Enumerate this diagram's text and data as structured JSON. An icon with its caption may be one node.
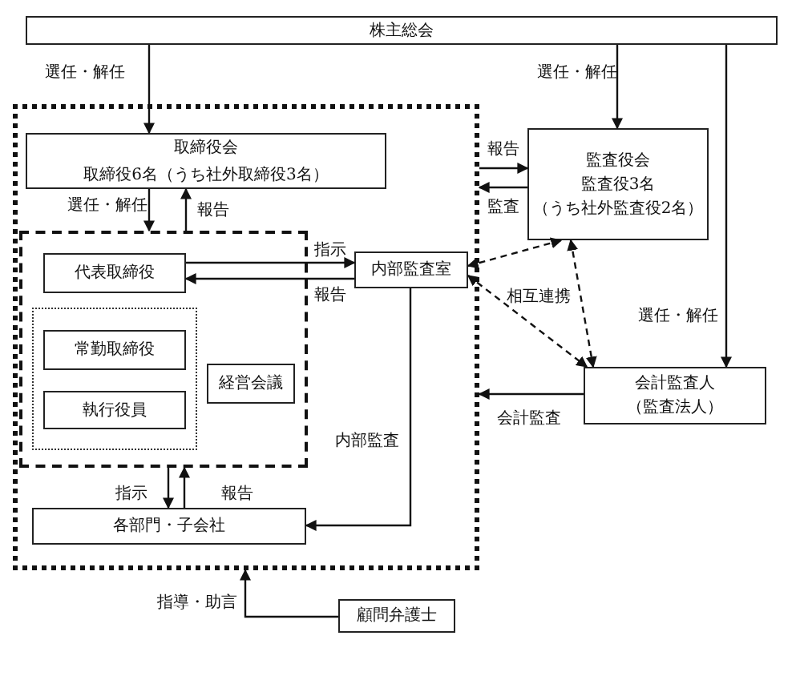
{
  "diagram": {
    "nodes": [
      {
        "text": [
          "株主総会"
        ]
      },
      {
        "text": [],
        "shape": "box"
      },
      {
        "text": [
          "取締役会",
          "取締役6名（うち社外取締役3名）"
        ],
        "in": 1
      },
      {
        "text": [],
        "shape": "box",
        "in": 1
      },
      {
        "text": [
          "代表取締役"
        ],
        "in": 3
      },
      {
        "text": [],
        "shape": "box",
        "in": 3
      },
      {
        "text": [
          "常勤取締役"
        ],
        "in": 5
      },
      {
        "text": [
          "執行役員"
        ],
        "in": 5
      },
      {
        "text": [
          "経営会議"
        ],
        "in": 3
      },
      {
        "text": [
          "内部監査室"
        ],
        "in": 1
      },
      {
        "text": [
          "各部門・子会社"
        ],
        "in": 1
      },
      {
        "text": [
          "監査役会",
          "監査役3名",
          "（うち社外監査役2名）"
        ]
      },
      {
        "text": [
          "会計監査人",
          "（監査法人）"
        ]
      },
      {
        "text": [
          "顧問弁護士"
        ]
      }
    ],
    "edges": [
      {
        "from": 0,
        "to": 2,
        "arrow": "to",
        "label": "選任・解任"
      },
      {
        "from": 0,
        "to": 11,
        "arrow": "to",
        "label": "選任・解任"
      },
      {
        "from": 0,
        "to": 12,
        "arrow": "to",
        "label": "選任・解任"
      },
      {
        "from": 2,
        "to": 3,
        "arrow": "to",
        "label": "選任・解任"
      },
      {
        "from": 3,
        "to": 2,
        "arrow": "to",
        "label": "報告"
      },
      {
        "from": 4,
        "to": 9,
        "arrow": "to",
        "label": "指示"
      },
      {
        "from": 9,
        "to": 4,
        "arrow": "to",
        "label": "報告"
      },
      {
        "from": 1,
        "to": 11,
        "arrow": "to",
        "label": "報告"
      },
      {
        "from": 11,
        "to": 1,
        "arrow": "to",
        "label": "監査"
      },
      {
        "from": 9,
        "to": 11,
        "arrow": "both",
        "style": "dashed"
      },
      {
        "from": 9,
        "to": 12,
        "arrow": "both",
        "style": "dashed",
        "label": "相互連携"
      },
      {
        "from": 11,
        "to": 12,
        "arrow": "both",
        "style": "dashed"
      },
      {
        "from": 12,
        "to": 1,
        "arrow": "to",
        "label": "会計監査"
      },
      {
        "from": 9,
        "to": 10,
        "arrow": "to",
        "label": "内部監査"
      },
      {
        "from": 3,
        "to": 10,
        "arrow": "to",
        "label": "指示"
      },
      {
        "from": 10,
        "to": 3,
        "arrow": "to",
        "label": "報告"
      },
      {
        "from": 13,
        "to": 1,
        "arrow": "to",
        "label": "指導・助言"
      }
    ]
  }
}
